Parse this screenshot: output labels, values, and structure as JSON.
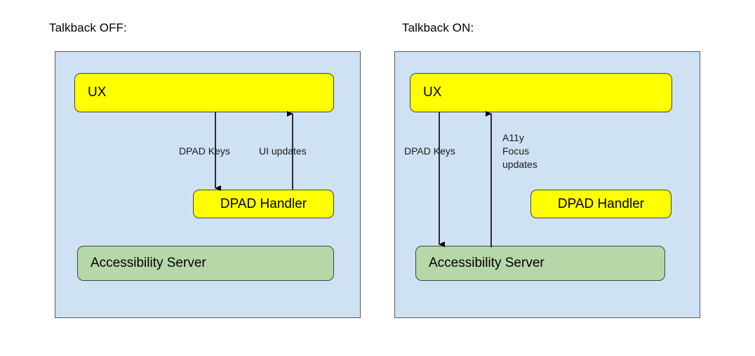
{
  "diagram": {
    "title_off": "Talkback OFF:",
    "title_on": "Talkback ON:",
    "colors": {
      "panel_background": "#cfe2f3",
      "panel_border": "#5a5a5a",
      "node_yellow": "#ffff00",
      "node_green": "#b6d7a8",
      "node_border": "#434343",
      "arrow": "#000000",
      "text": "#000000",
      "page_background": "#ffffff"
    }
  },
  "panel_off": {
    "heading": "Talkback OFF:",
    "nodes": {
      "ux": "UX",
      "dpad_handler": "DPAD Handler",
      "accessibility_server": "Accessibility Server"
    },
    "edges": [
      {
        "label": "DPAD Keys",
        "from": "UX",
        "to": "DPAD Handler",
        "direction": "down"
      },
      {
        "label": "UI updates",
        "from": "DPAD Handler",
        "to": "UX",
        "direction": "up"
      }
    ]
  },
  "panel_on": {
    "heading": "Talkback ON:",
    "nodes": {
      "ux": "UX",
      "dpad_handler": "DPAD Handler",
      "accessibility_server": "Accessibility Server"
    },
    "edges": [
      {
        "label": "DPAD Keys",
        "from": "UX",
        "to": "Accessibility Server",
        "direction": "down"
      },
      {
        "label_line1": "A11y",
        "label_line2": "Focus",
        "label_line3": "updates",
        "from": "Accessibility Server",
        "to": "UX",
        "direction": "up"
      }
    ]
  }
}
